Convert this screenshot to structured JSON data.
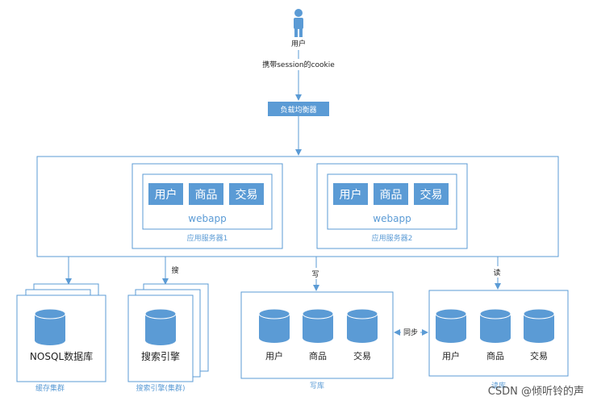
{
  "colors": {
    "stroke": "#5b9bd5",
    "fill": "#5b9bd5",
    "text": "#1f1f1f",
    "white": "#ffffff"
  },
  "user": {
    "label": "用户",
    "icon": "user-icon"
  },
  "labels": {
    "cookie_note": "携带session的cookie",
    "load_balancer": "负载均衡器",
    "search_edge": "搜",
    "write_edge": "写",
    "read_edge": "读",
    "sync_edge": "同步",
    "watermark": "CSDN @倾听铃的声"
  },
  "app_servers": [
    {
      "name": "应用服务器1",
      "modules": [
        "用户",
        "商品",
        "交易"
      ],
      "webapp": "webapp"
    },
    {
      "name": "应用服务器2",
      "modules": [
        "用户",
        "商品",
        "交易"
      ],
      "webapp": "webapp"
    }
  ],
  "cache_cluster": {
    "db_label": "NOSQL数据库",
    "caption": "缓存集群",
    "icon": "database-icon"
  },
  "search_cluster": {
    "db_label": "搜索引擎",
    "caption": "搜索引擎(集群)",
    "icon": "database-icon"
  },
  "write_db": {
    "tables": [
      "用户",
      "商品",
      "交易"
    ],
    "caption": "写库",
    "icon": "database-icon"
  },
  "read_db": {
    "tables": [
      "用户",
      "商品",
      "交易"
    ],
    "caption": "读库",
    "icon": "database-icon"
  }
}
